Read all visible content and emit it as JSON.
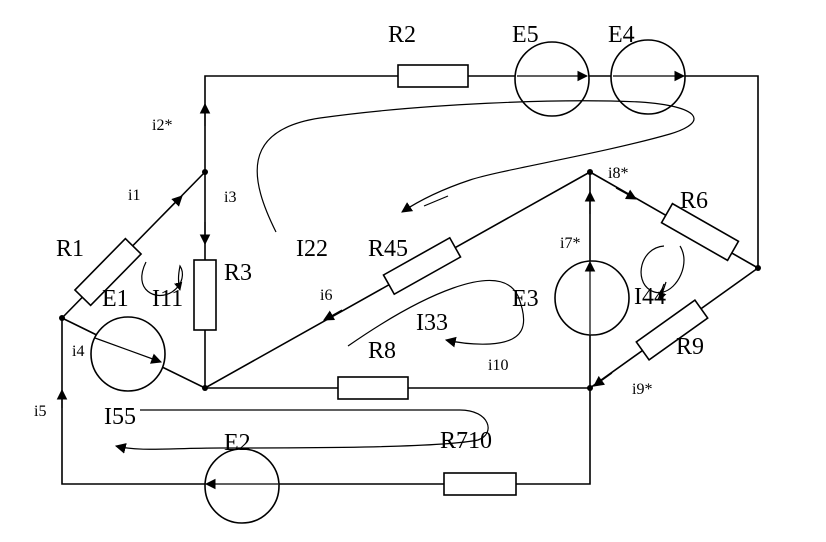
{
  "labels": {
    "R1": "R1",
    "R2": "R2",
    "R3": "R3",
    "R45": "R45",
    "R6": "R6",
    "R8": "R8",
    "R9": "R9",
    "R710": "R710",
    "E1": "E1",
    "E2": "E2",
    "E3": "E3",
    "E4": "E4",
    "E5": "E5",
    "I11": "I11",
    "I22": "I22",
    "I33": "I33",
    "I44": "I44",
    "I55": "I55",
    "i1": "i1",
    "i2": "i2*",
    "i3": "i3",
    "i4": "i4",
    "i5": "i5",
    "i6": "i6",
    "i7": "i7*",
    "i8": "i8*",
    "i9": "i9*",
    "i10": "i10"
  }
}
